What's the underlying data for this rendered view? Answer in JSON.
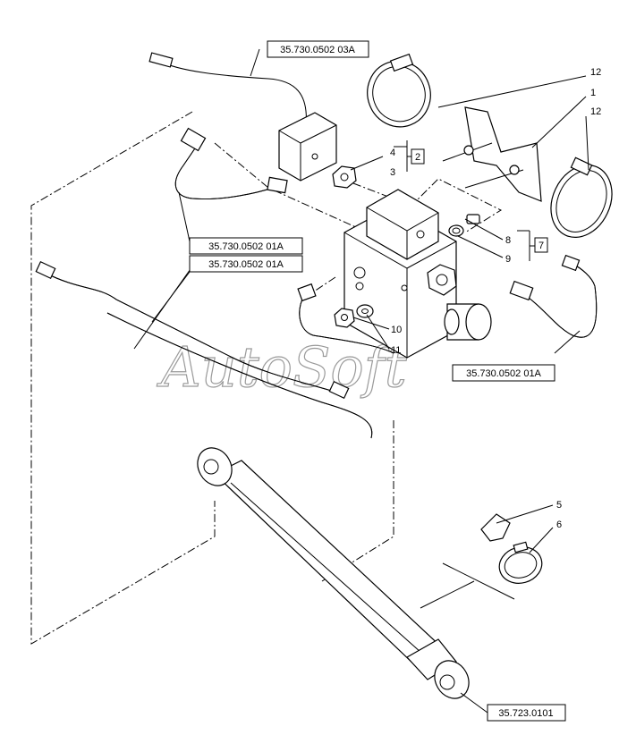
{
  "watermark": "AutoSoft",
  "refs": {
    "ref_0302_03A": "35.730.0502 03A",
    "ref_0501_a": "35.730.0502 01A",
    "ref_0501_b": "35.730.0502 01A",
    "ref_0501_c": "35.730.0502 01A",
    "ref_cyl": "35.723.0101"
  },
  "callouts": {
    "n1": "1",
    "n2": "2",
    "n3": "3",
    "n4": "4",
    "n5": "5",
    "n6": "6",
    "n7": "7",
    "n8": "8",
    "n9": "9",
    "n10": "10",
    "n11": "11",
    "n12a": "12",
    "n12b": "12"
  }
}
